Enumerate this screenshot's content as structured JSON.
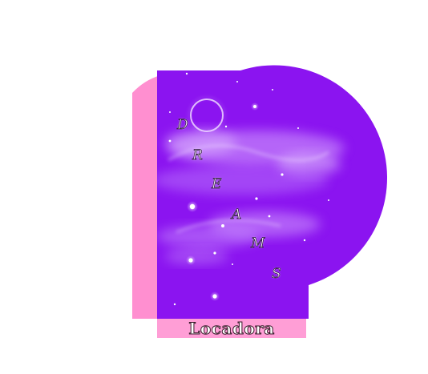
{
  "title_letters": [
    "D",
    "R",
    "E",
    "A",
    "M",
    "S"
  ],
  "brand_name": "Locadora",
  "colors": {
    "purple": "#8b14f0",
    "purple_light": "#a23cf6",
    "pink": "#ff8fd0",
    "pink_light": "#ffa6dc",
    "nebula": "#d8a8ff",
    "star": "#ffffff"
  }
}
